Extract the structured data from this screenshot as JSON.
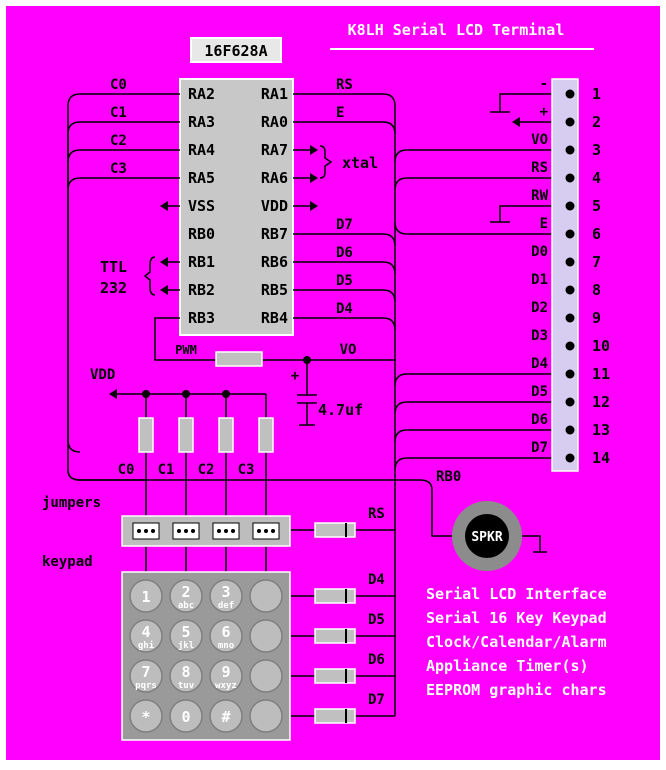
{
  "title": "K8LH Serial LCD Terminal",
  "colors": {
    "background": "#ff00ff",
    "chip": "#c8c8c8",
    "connector": "#d6cdf0",
    "wire": "#000000",
    "text": "#000000",
    "white": "#ffffff",
    "resistor": "#c0c0c0",
    "keypad": "#9a9a9a",
    "key": "#bdbdbd",
    "speaker": "#8c8c8c"
  },
  "chip": {
    "name": "16F628A",
    "left_pins": [
      "RA2",
      "RA3",
      "RA4",
      "RA5",
      "VSS",
      "RB0",
      "RB1",
      "RB2",
      "RB3"
    ],
    "right_pins": [
      "RA1",
      "RA0",
      "RA7",
      "RA6",
      "VDD",
      "RB7",
      "RB6",
      "RB5",
      "RB4"
    ]
  },
  "chip_left_nets": [
    "C0",
    "C1",
    "C2",
    "C3"
  ],
  "chip_right_nets": [
    "RS",
    "E",
    "D7",
    "D6",
    "D5",
    "D4"
  ],
  "xtal_label": "xtal",
  "serial_labels": [
    "TTL",
    "232"
  ],
  "pwm_label": "PWM",
  "vo_label": "VO",
  "plus_sign": "+",
  "capacitor_label": "4.7uf",
  "vdd_label": "VDD",
  "column_labels": [
    "C0",
    "C1",
    "C2",
    "C3"
  ],
  "rb0_label": "RB0",
  "jumpers_label": "jumpers",
  "keypad_label": "keypad",
  "speaker_label": "SPKR",
  "connector": {
    "numbers": [
      "1",
      "2",
      "3",
      "4",
      "5",
      "6",
      "7",
      "8",
      "9",
      "10",
      "11",
      "12",
      "13",
      "14"
    ],
    "labels": [
      "-",
      "+",
      "VO",
      "RS",
      "RW",
      "E",
      "D0",
      "D1",
      "D2",
      "D3",
      "D4",
      "D5",
      "D6",
      "D7"
    ]
  },
  "keypad_nets": [
    "RS",
    "D4",
    "D5",
    "D6",
    "D7"
  ],
  "keys": [
    {
      "main": "1",
      "sub": ""
    },
    {
      "main": "2",
      "sub": "abc"
    },
    {
      "main": "3",
      "sub": "def"
    },
    {
      "main": "",
      "sub": ""
    },
    {
      "main": "4",
      "sub": "ghi"
    },
    {
      "main": "5",
      "sub": "jkl"
    },
    {
      "main": "6",
      "sub": "mno"
    },
    {
      "main": "",
      "sub": ""
    },
    {
      "main": "7",
      "sub": "pqrs"
    },
    {
      "main": "8",
      "sub": "tuv"
    },
    {
      "main": "9",
      "sub": "wxyz"
    },
    {
      "main": "",
      "sub": ""
    },
    {
      "main": "*",
      "sub": ""
    },
    {
      "main": "0",
      "sub": ""
    },
    {
      "main": "#",
      "sub": ""
    },
    {
      "main": "",
      "sub": ""
    }
  ],
  "features": [
    "Serial LCD Interface",
    "Serial 16 Key Keypad",
    "Clock/Calendar/Alarm",
    "Appliance Timer(s)",
    "EEPROM graphic chars"
  ]
}
